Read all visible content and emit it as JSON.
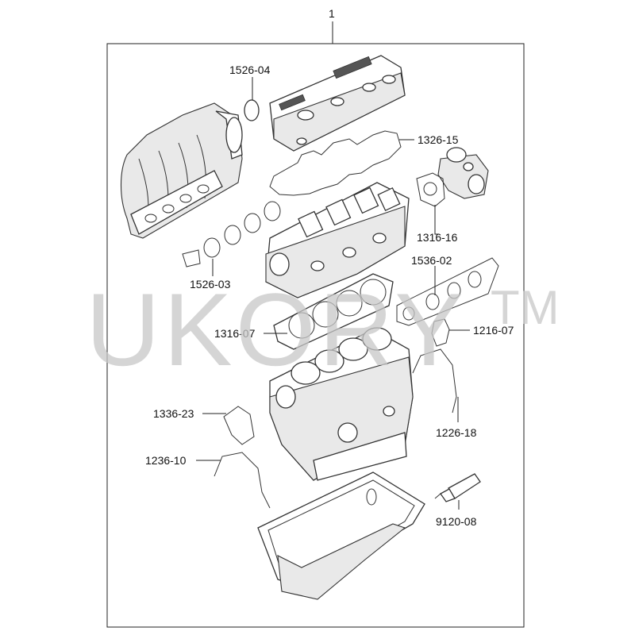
{
  "watermark": {
    "text": "UKORY",
    "trademark": "TM"
  },
  "assembly_label": "1",
  "parts": [
    {
      "id": "intake-gasket",
      "label": "1526-04"
    },
    {
      "id": "valve-cover-gasket",
      "label": "1326-15"
    },
    {
      "id": "thermostat-gasket",
      "label": "1316-16"
    },
    {
      "id": "intake-manifold-gasket",
      "label": "1526-03"
    },
    {
      "id": "exhaust-manifold-gasket",
      "label": "1536-02"
    },
    {
      "id": "head-gasket",
      "label": "1316-07"
    },
    {
      "id": "timing-cover-gasket",
      "label": "1216-07"
    },
    {
      "id": "water-pump-gasket",
      "label": "1336-23"
    },
    {
      "id": "rear-seal-gasket",
      "label": "1226-18"
    },
    {
      "id": "front-cover-gasket",
      "label": "1236-10"
    },
    {
      "id": "sealant-tube",
      "label": "9120-08"
    }
  ]
}
